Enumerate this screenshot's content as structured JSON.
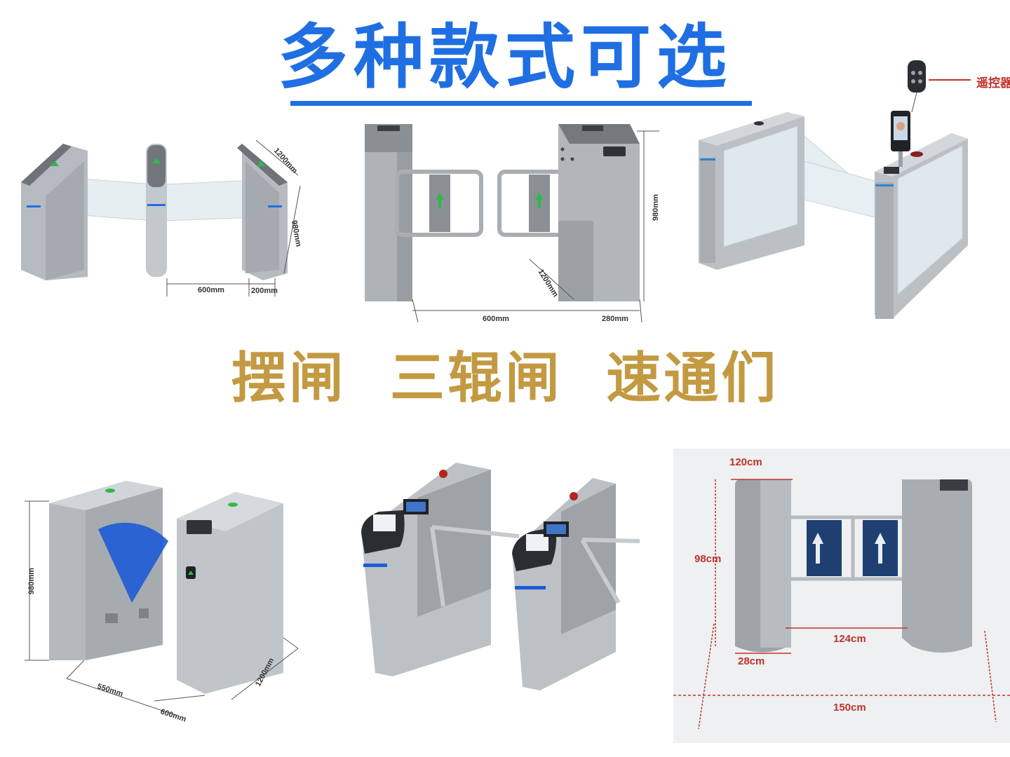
{
  "headline": "多种款式可选",
  "subheading": "摆闸  三辊闸  速通们",
  "colors": {
    "headline": "#1f6fe3",
    "subheading": "#c39a42",
    "steel": "#b9bec4",
    "glass": "#dfe9ef",
    "dimension_red": "#c0322a",
    "panel_blue": "#1e5bd6",
    "arrow_green": "#2fb84a"
  },
  "products": {
    "swing_gate_triple": {
      "dims": {
        "depth": "1200mm",
        "height": "980mm",
        "lane": "600mm",
        "cabinet": "200mm"
      }
    },
    "swing_gate_pair": {
      "dims": {
        "height": "980mm",
        "depth": "1200mm",
        "lane": "600mm",
        "cabinet": "280mm"
      }
    },
    "glass_swing_gate": {
      "remote_label": "遥控器"
    },
    "flap_gate": {
      "dims": {
        "height": "980mm",
        "lane": "550mm",
        "cabinet": "600mm",
        "depth": "1200mm"
      }
    },
    "tripod_turnstile": {},
    "cylinder_swing_gate": {
      "dims": {
        "depth": "120cm",
        "height": "98cm",
        "lane": "124cm",
        "cabinet": "28cm",
        "total": "150cm"
      }
    }
  }
}
